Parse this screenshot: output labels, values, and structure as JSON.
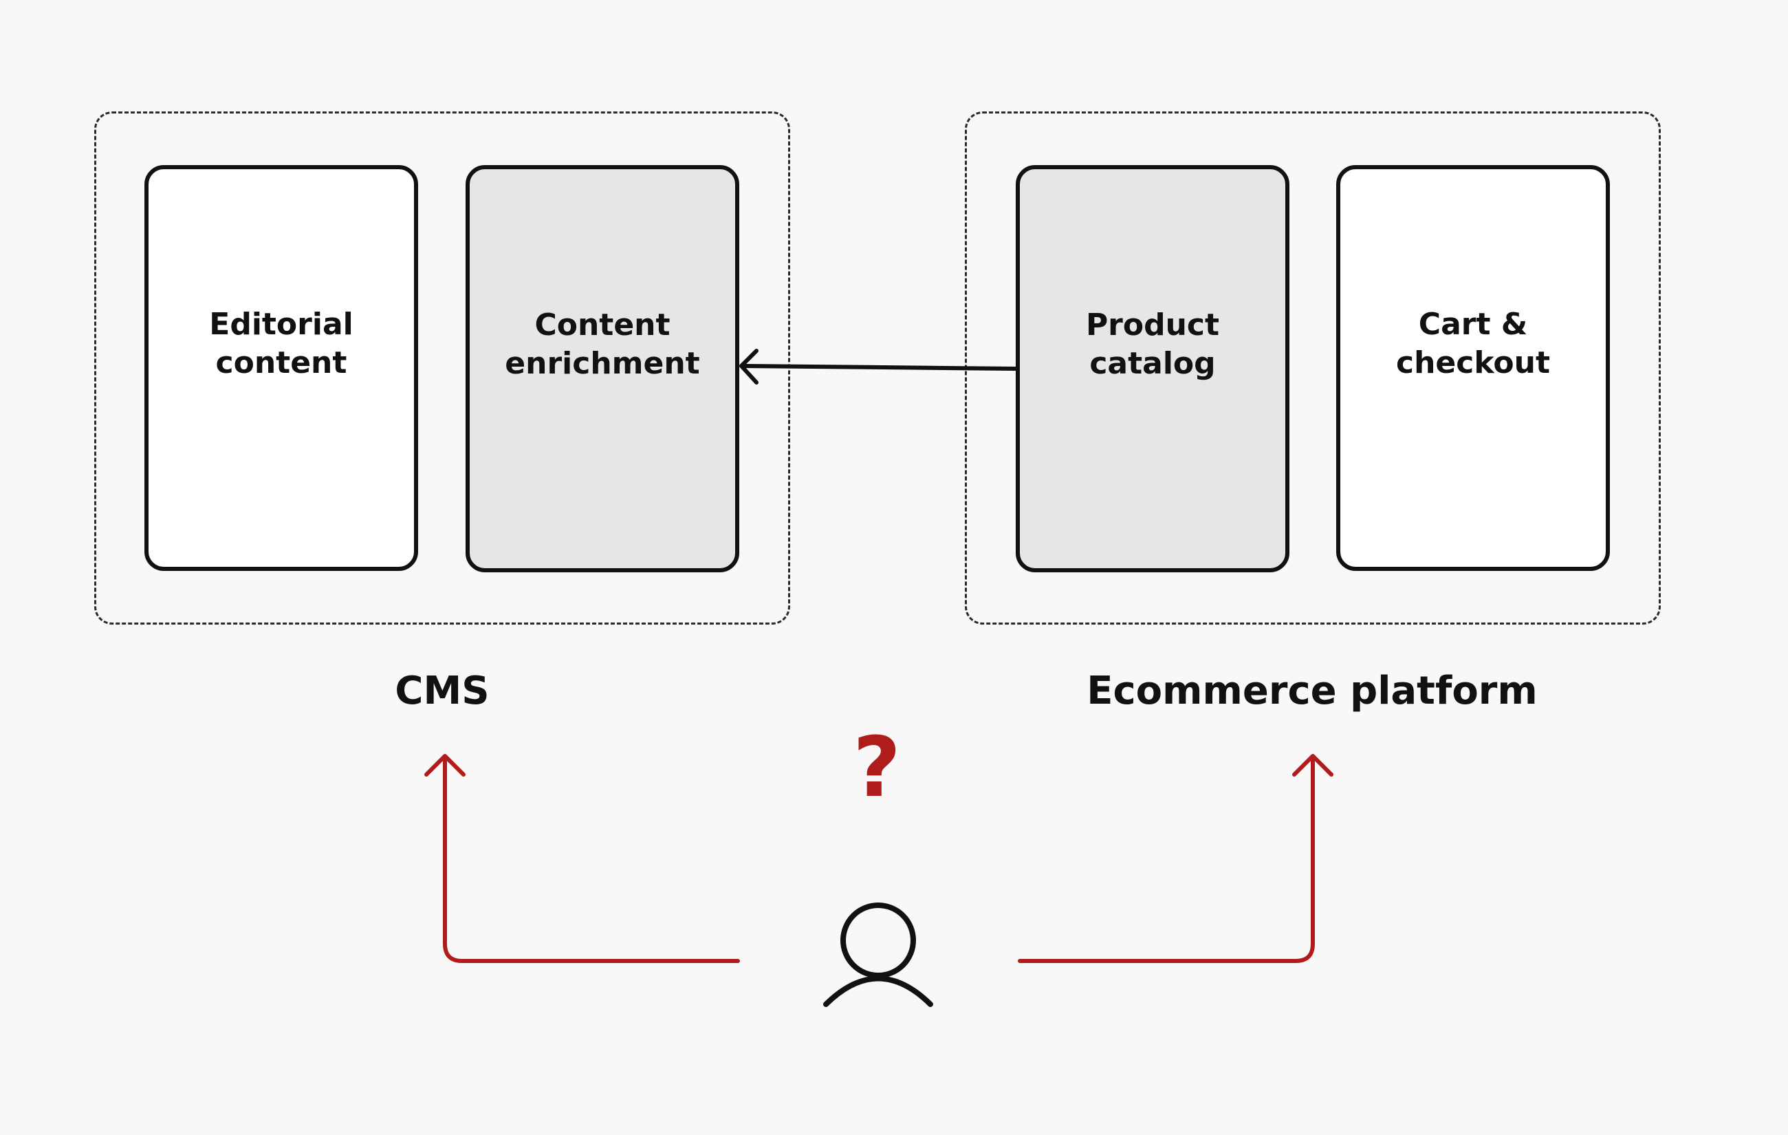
{
  "diagram": {
    "groups": [
      {
        "label": "CMS",
        "cards": [
          {
            "label": "Editorial\ncontent",
            "shaded": false
          },
          {
            "label": "Content\nenrichment",
            "shaded": true
          }
        ]
      },
      {
        "label": "Ecommerce platform",
        "cards": [
          {
            "label": "Product\ncatalog",
            "shaded": true
          },
          {
            "label": "Cart &\ncheckout",
            "shaded": false
          }
        ]
      }
    ],
    "question_mark": "?",
    "colors": {
      "accent": "#b01c1c",
      "stroke": "#111111",
      "shaded_card": "#e6e6e6",
      "background": "#f8f8f8"
    },
    "icons": {
      "user": "user-icon"
    }
  }
}
